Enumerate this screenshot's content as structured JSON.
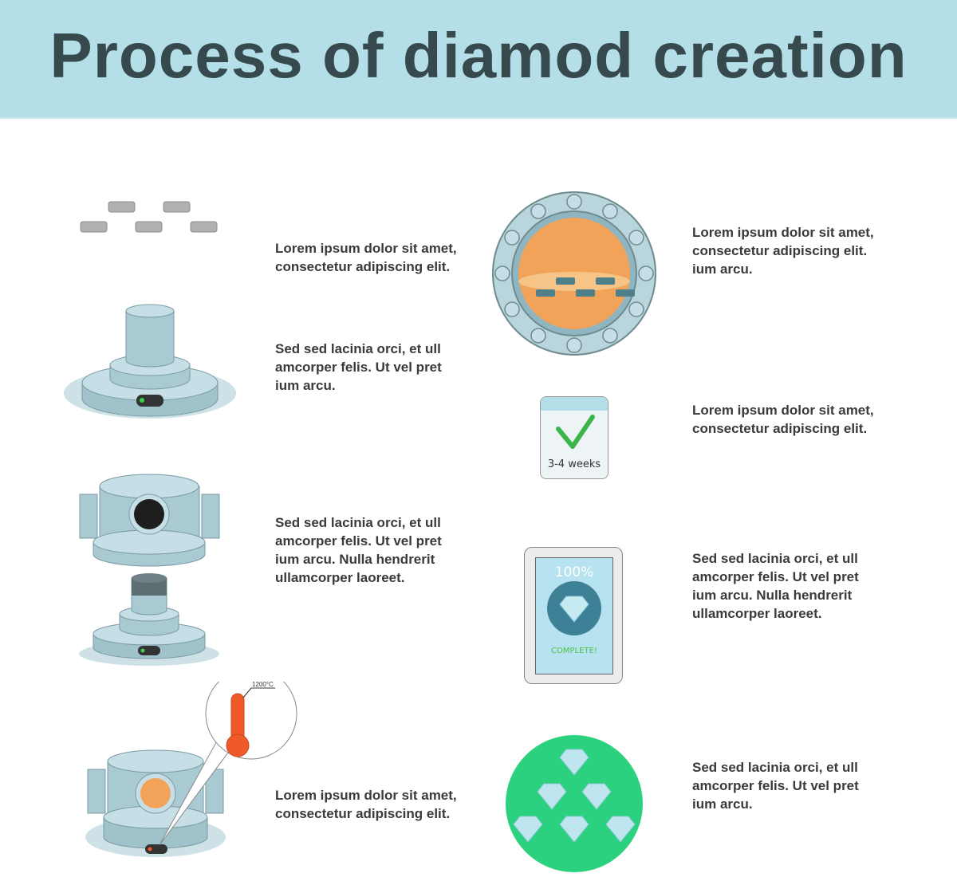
{
  "header": {
    "title": "Process of diamod creation"
  },
  "steps_left": [
    {
      "text": "Lorem ipsum dolor sit amet,\nconsectetur adipiscing elit.",
      "icon": "diamond-seeds-icon"
    },
    {
      "text": "Sed sed lacinia orci, et ull\namcorper felis. Ut vel pret\nium arcu.",
      "icon": "seed-holder-base-icon"
    },
    {
      "text": "Sed sed lacinia orci, et ull\namcorper felis. Ut vel pret\nium arcu. Nulla hendrerit\nullamcorper laoreet.",
      "icon": "chamber-assembly-icon"
    },
    {
      "text": "Lorem ipsum dolor sit amet,\nconsectetur adipiscing elit.",
      "icon": "heated-chamber-icon",
      "temperature_label": "1200°C"
    }
  ],
  "steps_right": [
    {
      "text": "Lorem ipsum dolor sit amet,\nconsectetur adipiscing elit.\nium arcu.",
      "icon": "porthole-growth-icon"
    },
    {
      "text": "Lorem ipsum dolor sit amet,\nconsectetur adipiscing elit.",
      "icon": "calendar-check-icon",
      "duration_label": "3-4 weeks"
    },
    {
      "text": "Sed sed lacinia orci, et ull\namcorper felis. Ut vel pret\nium arcu. Nulla hendrerit\nullamcorper laoreet.",
      "icon": "tablet-complete-icon",
      "progress_label": "100%",
      "status_label": "COMPLETE!"
    },
    {
      "text": "Sed sed lacinia orci, et ull\namcorper felis. Ut vel pret\nium arcu.",
      "icon": "diamonds-pile-icon"
    }
  ],
  "colors": {
    "header_bg": "#b5dfe8",
    "title": "#364a4e",
    "machine": "#a8cbd3",
    "orange": "#f2a35a",
    "green": "#2bd17f",
    "check": "#3bb54a",
    "thermo": "#f05a28"
  }
}
